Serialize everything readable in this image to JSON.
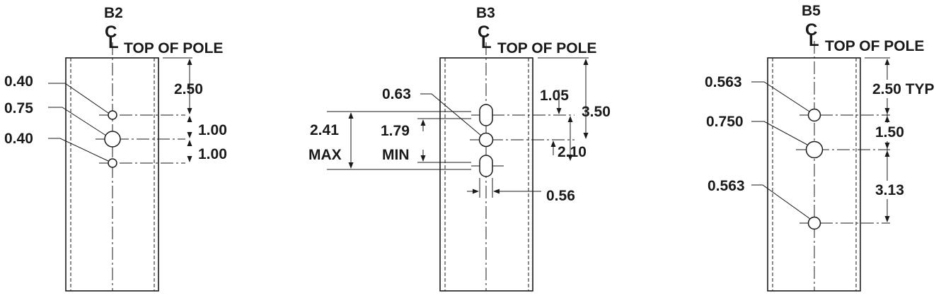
{
  "diagrams": [
    {
      "id": "b2",
      "label": "B2",
      "top_text": "TOP OF POLE",
      "hole_labels": [
        "0.40",
        "0.75",
        "0.40"
      ],
      "dims": [
        "2.50",
        "1.00",
        "1.00"
      ]
    },
    {
      "id": "b3",
      "label": "B3",
      "top_text": "TOP OF POLE",
      "hole_label": "0.63",
      "dims": [
        "1.05",
        "3.50",
        "2.10"
      ],
      "slot_span": {
        "value": "2.41",
        "note": "MAX"
      },
      "slot_gap": {
        "value": "1.79",
        "note": "MIN"
      },
      "slot_width": "0.56"
    },
    {
      "id": "b5",
      "label": "B5",
      "top_text": "TOP OF POLE",
      "hole_labels": [
        "0.563",
        "0.750",
        "0.563"
      ],
      "dims": [
        "2.50 TYP",
        "1.50",
        "3.13"
      ]
    }
  ]
}
